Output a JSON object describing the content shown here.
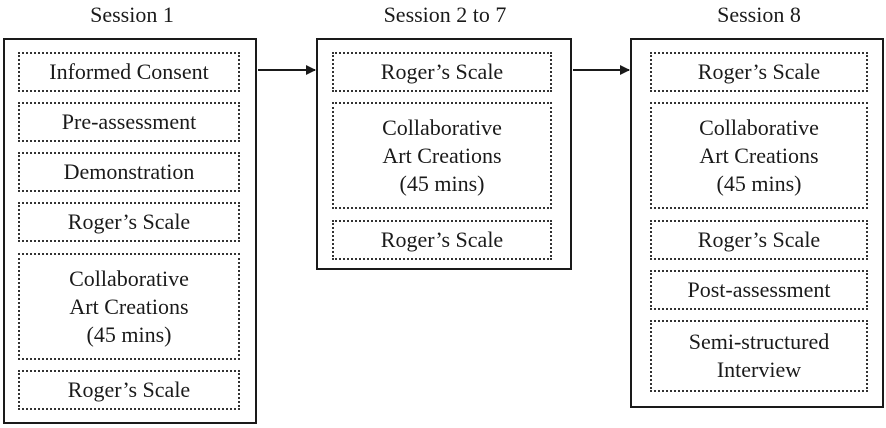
{
  "diagram": {
    "sessions": [
      {
        "title": "Session 1",
        "steps": [
          "Informed Consent",
          "Pre-assessment",
          "Demonstration",
          "Roger’s Scale",
          "Collaborative\nArt Creations\n(45 mins)",
          "Roger’s Scale"
        ]
      },
      {
        "title": "Session 2 to 7",
        "steps": [
          "Roger’s Scale",
          "Collaborative\nArt Creations\n(45 mins)",
          "Roger’s Scale"
        ]
      },
      {
        "title": "Session 8",
        "steps": [
          "Roger’s Scale",
          "Collaborative\nArt Creations\n(45 mins)",
          "Roger’s Scale",
          "Post-assessment",
          "Semi-structured\nInterview"
        ]
      }
    ]
  }
}
